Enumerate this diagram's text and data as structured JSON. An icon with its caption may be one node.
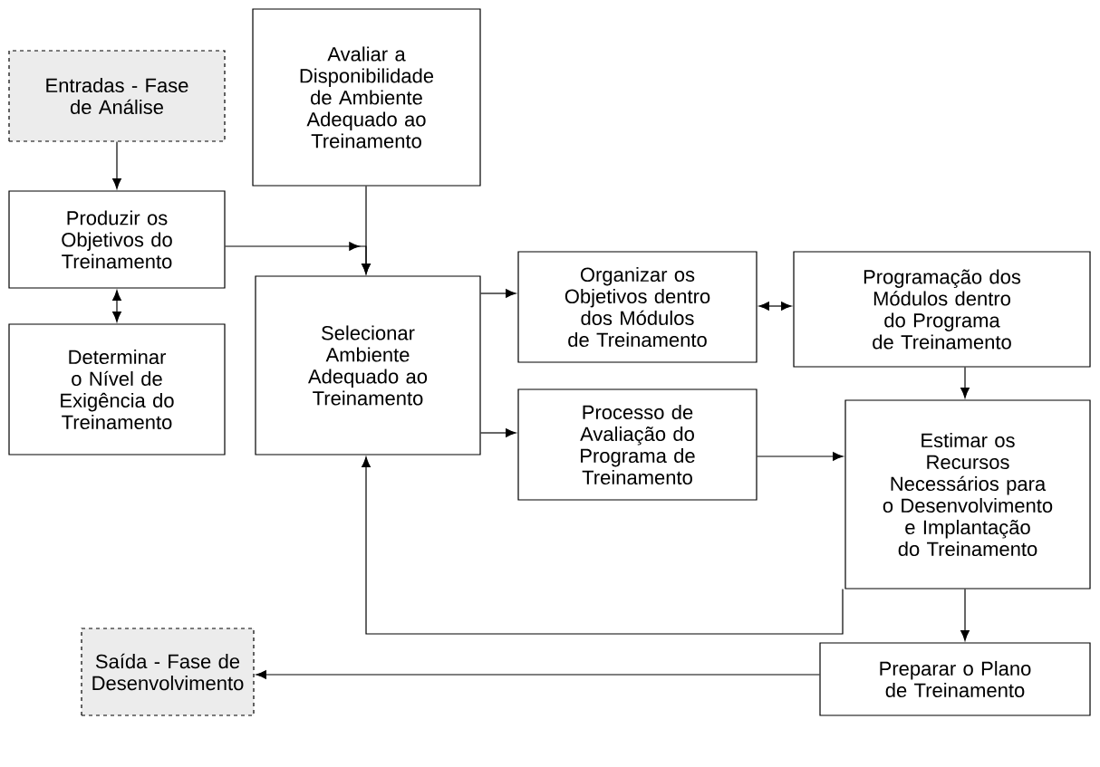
{
  "diagram": {
    "nodes": [
      {
        "text": [
          "Entradas - Fase de Análise"
        ]
      },
      {
        "text": [
          "Avaliar a Disponibilidade de Ambiente Adequado ao Treinamento"
        ]
      },
      {
        "text": [
          "Produzir os Objetivos do Treinamento"
        ]
      },
      {
        "text": [
          "Determinar o Nível de Exigência do Treinamento"
        ]
      },
      {
        "text": [
          "Selecionar Ambiente Adequado ao Treinamento"
        ]
      },
      {
        "text": [
          "Organizar os Objetivos dentro dos Módulos de Treinamento"
        ]
      },
      {
        "text": [
          "Programação dos Módulos dentro do Programa de Treinamento"
        ]
      },
      {
        "text": [
          "Processo de Avaliação do Programa de Treinamento"
        ]
      },
      {
        "text": [
          "Estimar os Recursos Necessários para o Desenvolvimento e Implantação do Treinamento"
        ]
      },
      {
        "text": [
          "Saída - Fase de Desenvolvimento"
        ]
      },
      {
        "text": [
          "Preparar o Plano de Treinamento"
        ]
      }
    ],
    "edges": [
      {
        "from": 0,
        "to": 2,
        "arrow": "to"
      },
      {
        "from": 2,
        "to": 4,
        "arrow": "to"
      },
      {
        "from": 1,
        "to": 4,
        "arrow": "to"
      },
      {
        "from": 2,
        "to": 3,
        "arrow": "both"
      },
      {
        "from": 4,
        "to": 5,
        "arrow": "to"
      },
      {
        "from": 5,
        "to": 6,
        "arrow": "both"
      },
      {
        "from": 4,
        "to": 7,
        "arrow": "to"
      },
      {
        "from": 6,
        "to": 8,
        "arrow": "to"
      },
      {
        "from": 7,
        "to": 8,
        "arrow": "to"
      },
      {
        "from": 8,
        "to": 4,
        "arrow": "to"
      },
      {
        "from": 8,
        "to": 10,
        "arrow": "to"
      },
      {
        "from": 10,
        "to": 9,
        "arrow": "to"
      }
    ]
  }
}
